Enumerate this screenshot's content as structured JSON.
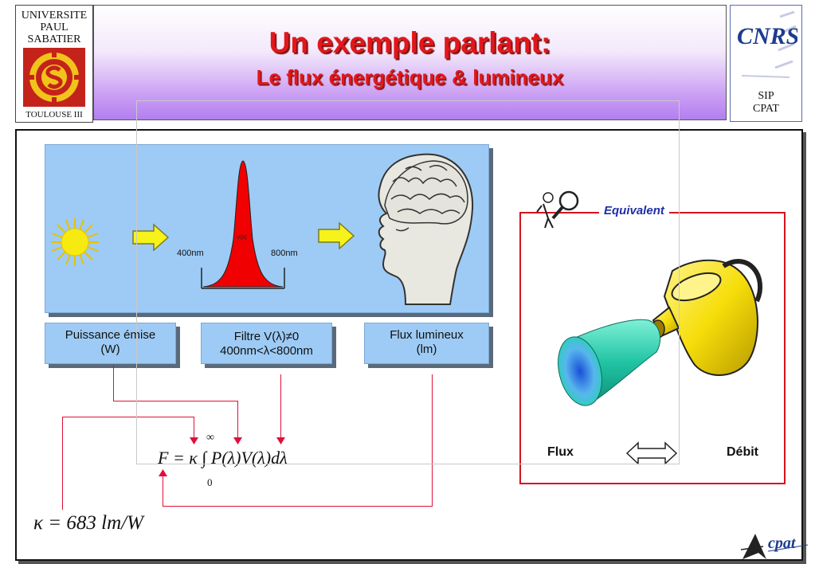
{
  "header": {
    "university_lines": [
      "UNIVERSITE",
      "PAUL",
      "SABATIER",
      "TOULOUSE III"
    ],
    "title": "Un exemple parlant:",
    "subtitle": "Le flux énergétique & lumineux",
    "cnrs_logo_text": "CNRS",
    "sip_lines": [
      "SIP",
      "CPAT"
    ]
  },
  "diagram": {
    "spectrum_left_label": "400nm",
    "spectrum_right_label": "800nm",
    "spectrum_peak_label": "V(λ)",
    "box_emitted": [
      "Puissance émise",
      "(W)"
    ],
    "box_filter": [
      "Filtre V(λ)≠0",
      "400nm<λ<800nm"
    ],
    "box_luminous": [
      "Flux lumineux",
      "(lm)"
    ]
  },
  "formula": {
    "main": "F = κ ∫ P(λ)V(λ)dλ",
    "lower_limit": "0",
    "upper_limit": "∞",
    "kappa": "κ = 683 lm/W"
  },
  "analogy": {
    "title": "Equivalent",
    "left_label": "Flux",
    "right_label": "Débit"
  },
  "footer": {
    "logo_text": "cpat"
  },
  "colors": {
    "title_red": "#e2171b",
    "panel_blue": "#9dcbf5",
    "connector_red": "#e0103a",
    "equivalent_blue": "#1d2ea8"
  }
}
